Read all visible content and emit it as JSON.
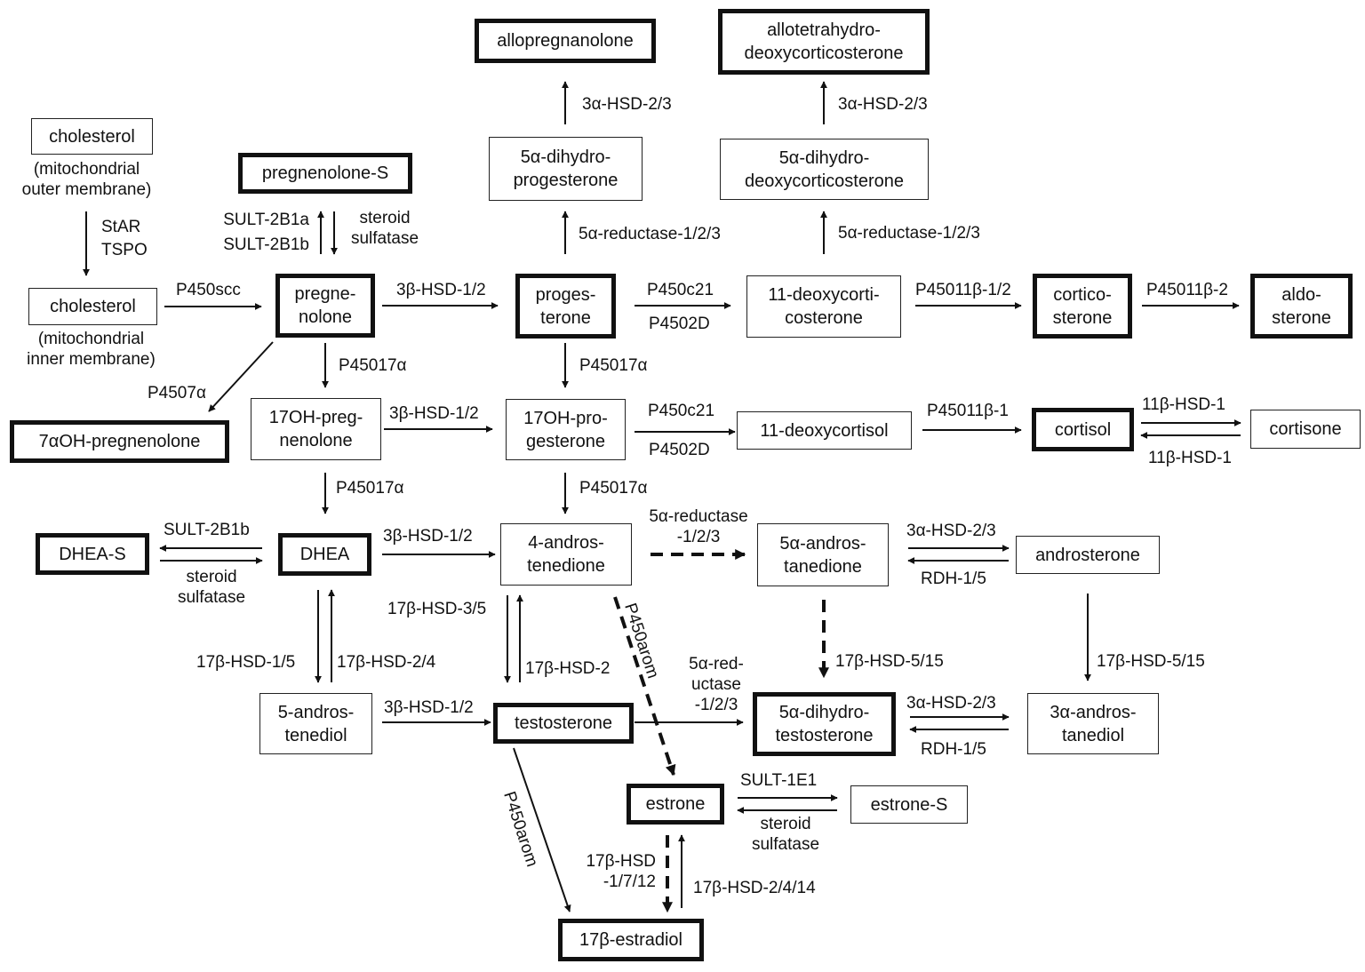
{
  "nodes": {
    "cholesterol_outer": "cholesterol",
    "cholesterol_outer_note": "(mitochondrial\nouter membrane)",
    "cholesterol_inner": "cholesterol",
    "cholesterol_inner_note": "(mitochondrial\ninner membrane)",
    "pregnenolone_s": "pregnenolone-S",
    "pregnenolone": "pregne-\nnolone",
    "oh7_pregnenolone": "7αOH-pregnenolone",
    "oh17_pregnenolone": "17OH-preg-\nnenolone",
    "allopregnanolone": "allopregnanolone",
    "dihydroprogesterone": "5α-dihydro-\nprogesterone",
    "progesterone": "proges-\nterone",
    "oh17_progesterone": "17OH-pro-\ngesterone",
    "allotetrahydro_doc": "allotetrahydro-\ndeoxycorticosterone",
    "dihydro_doc": "5α-dihydro-\ndeoxycorticosterone",
    "deoxycorticosterone": "11-deoxycorti-\ncosterone",
    "deoxycortisol": "11-deoxycortisol",
    "corticosterone": "cortico-\nsterone",
    "aldosterone": "aldo-\nsterone",
    "cortisol": "cortisol",
    "cortisone": "cortisone",
    "dhea_s": "DHEA-S",
    "dhea": "DHEA",
    "androstenedione": "4-andros-\ntenedione",
    "androstanedione": "5α-andros-\ntanedione",
    "androsterone": "androsterone",
    "androstenediol": "5-andros-\ntenediol",
    "testosterone": "testosterone",
    "dht": "5α-dihydro-\ntestosterone",
    "androstanediol": "3α-andros-\ntanediol",
    "estrone": "estrone",
    "estrone_s": "estrone-S",
    "estradiol": "17β-estradiol"
  },
  "enzymes": {
    "star": "StAR",
    "tspo": "TSPO",
    "sult2b1a": "SULT-2B1a",
    "sult2b1b_1": "SULT-2B1b",
    "steroid_sulfatase_1": "steroid\nsulfatase",
    "p450scc": "P450scc",
    "p450_7a": "P4507α",
    "hsd3b_1": "3β-HSD-1/2",
    "hsd3b_2": "3β-HSD-1/2",
    "hsd3b_3": "3β-HSD-1/2",
    "hsd3b_4": "3β-HSD-1/2",
    "p450_17a_1": "P45017α",
    "p450_17a_2": "P45017α",
    "p450_17a_3": "P45017α",
    "p450_17a_4": "P45017α",
    "reductase_5a_1": "5α-reductase-1/2/3",
    "reductase_5a_2": "5α-reductase-1/2/3",
    "reductase_5a_3": "5α-reductase\n-1/2/3",
    "reductase_5a_4": "5α-red-\nuctase\n-1/2/3",
    "hsd3a_1": "3α-HSD-2/3",
    "hsd3a_2": "3α-HSD-2/3",
    "hsd3a_3": "3α-HSD-2/3",
    "hsd3a_4": "3α-HSD-2/3",
    "p450c21_1": "P450c21",
    "p450_2d_1": "P4502D",
    "p450c21_2": "P450c21",
    "p450_2d_2": "P4502D",
    "p450_11b12": "P45011β-1/2",
    "p450_11b2": "P45011β-2",
    "p450_11b1": "P45011β-1",
    "hsd11b1_fwd": "11β-HSD-1",
    "hsd11b1_rev": "11β-HSD-1",
    "sult2b1b_2": "SULT-2B1b",
    "steroid_sulfatase_2": "steroid\nsulfatase",
    "rdh_1": "RDH-1/5",
    "rdh_2": "RDH-1/5",
    "hsd17b_15": "17β-HSD-1/5",
    "hsd17b_24": "17β-HSD-2/4",
    "hsd17b_35": "17β-HSD-3/5",
    "hsd17b_2": "17β-HSD-2",
    "hsd17b_515_1": "17β-HSD-5/15",
    "hsd17b_515_2": "17β-HSD-5/15",
    "p450arom_1": "P450arom",
    "p450arom_2": "P450arom",
    "sult1e1": "SULT-1E1",
    "steroid_sulfatase_3": "steroid\nsulfatase",
    "hsd17b_1712": "17β-HSD\n-1/7/12",
    "hsd17b_2414": "17β-HSD-2/4/14"
  }
}
